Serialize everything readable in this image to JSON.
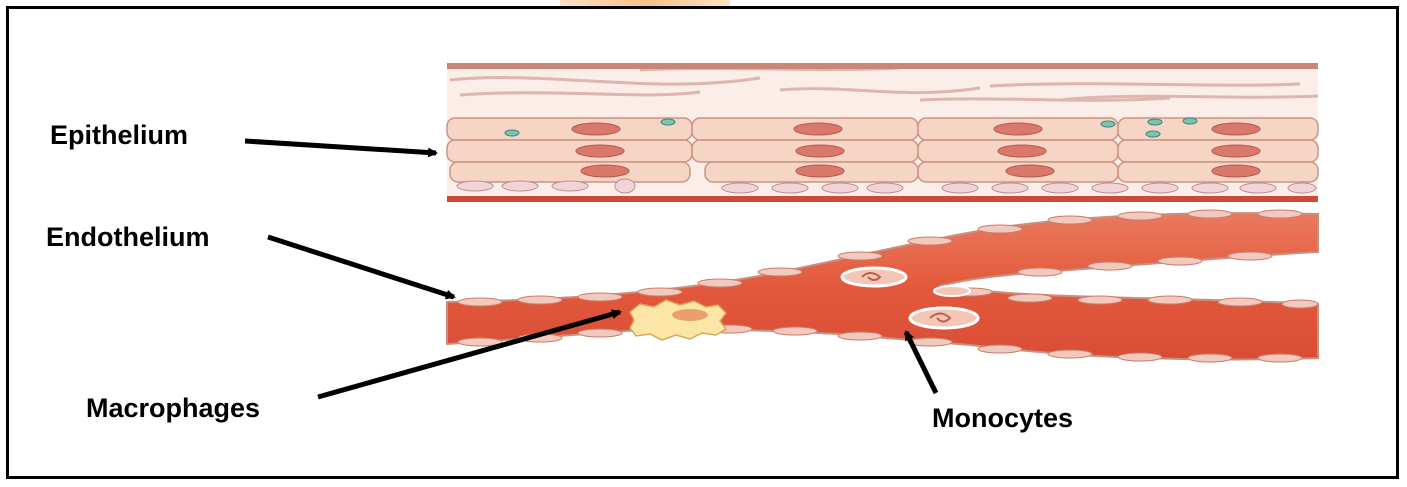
{
  "labels": {
    "epithelium": "Epithelium",
    "endothelium": "Endothelium",
    "macrophages": "Macrophages",
    "monocytes": "Monocytes"
  },
  "colors": {
    "epithelial_cell": "#f6d5c4",
    "nucleus": "#d9786b",
    "vessel": "#e8664a",
    "vessel_dark": "#cf4b33",
    "macrophage": "#fbe6a8",
    "monocyte": "#f3c6b6",
    "arrow": "#000000"
  }
}
